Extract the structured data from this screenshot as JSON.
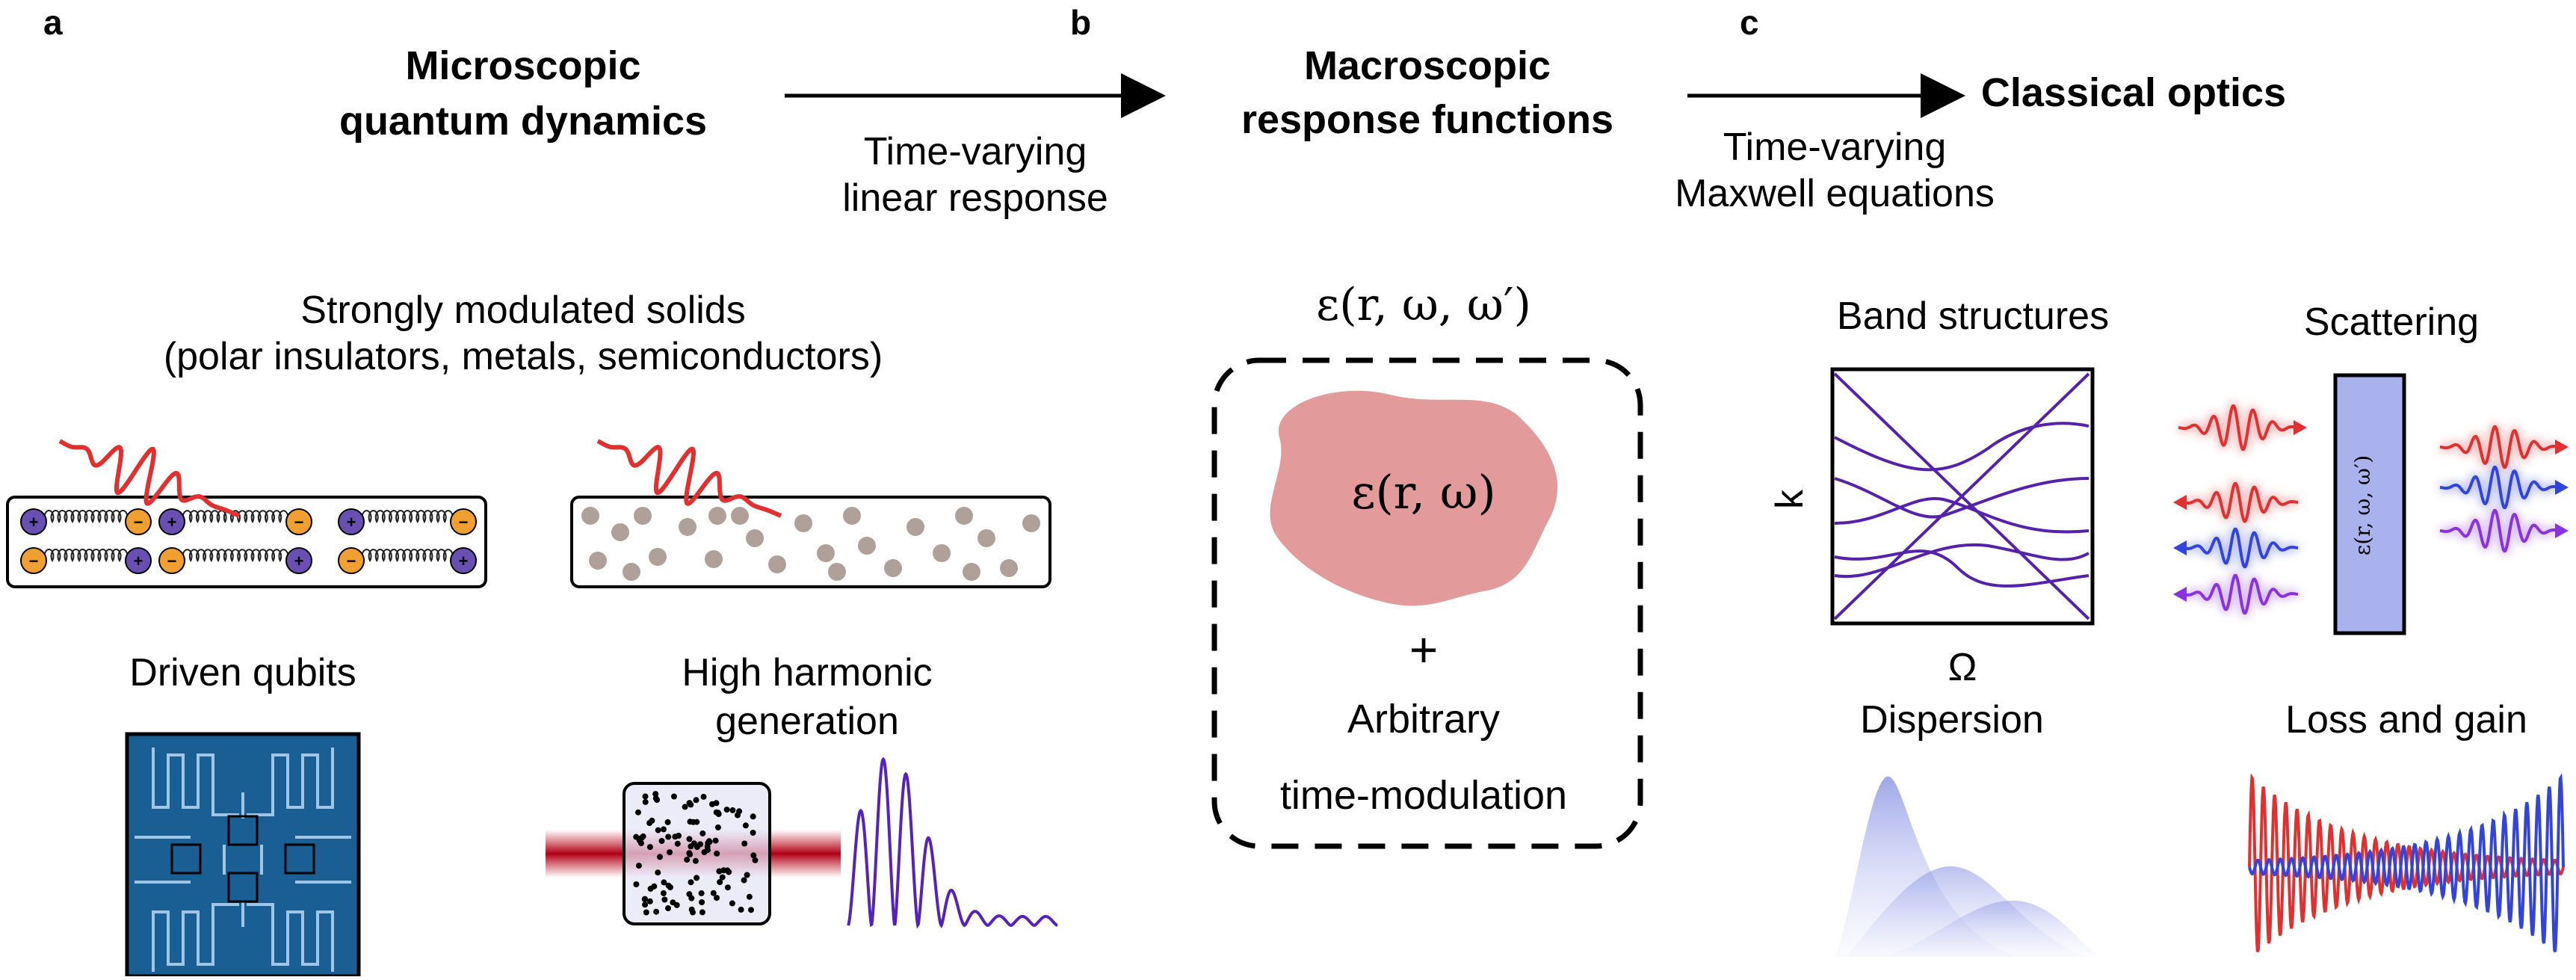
{
  "panels": {
    "a": {
      "letter": "a",
      "title_line1": "Microscopic",
      "title_line2": "quantum dynamics",
      "solids_caption_line1": "Strongly modulated solids",
      "solids_caption_line2": "(polar insulators, metals, semiconductors)",
      "qubits_caption": "Driven qubits",
      "hhg_caption_line1": "High harmonic",
      "hhg_caption_line2": "generation",
      "plus_sign": "+",
      "minus_sign": "−"
    },
    "b": {
      "letter": "b",
      "title_line1": "Macroscopic",
      "title_line2": "response functions",
      "eps_full": "ε(r, ω, ω′)",
      "eps_static": "ε(r, ω)",
      "plus": "+",
      "arbitrary": "Arbitrary",
      "time_modulation": "time-modulation"
    },
    "c": {
      "letter": "c",
      "title": "Classical optics",
      "band_structures": "Band structures",
      "k_label": "k",
      "omega_label": "Ω",
      "scattering": "Scattering",
      "slab_label": "ε(r, ω, ω′)",
      "dispersion": "Dispersion",
      "loss_gain": "Loss and gain"
    }
  },
  "arrows": {
    "arrow1_line1": "Time-varying",
    "arrow1_line2": "linear response",
    "arrow2_line1": "Time-varying",
    "arrow2_line2": "Maxwell equations"
  },
  "colors": {
    "wave_red": "#e03030",
    "wave_blue": "#3344dd",
    "wave_purple": "#8833dd",
    "band_line": "#5522aa",
    "blob_fill": "#e39a9a",
    "slab_fill": "#aab2ee",
    "qubit_chip": "#1a5f94",
    "ion_plus": "#6a4fb3",
    "ion_minus": "#f0a030",
    "particle": "#b0a09a",
    "laser_red": "#c01020",
    "hhg_line": "#5522bb"
  },
  "icons": [
    "laser-pulse-icon",
    "ion-chain-icon",
    "qubit-chip-icon",
    "crystal-icon",
    "harmonic-spectrum-icon",
    "permittivity-blob-icon",
    "band-diagram-icon",
    "scattering-slab-icon",
    "dispersion-curves-icon",
    "loss-gain-wave-icon"
  ]
}
